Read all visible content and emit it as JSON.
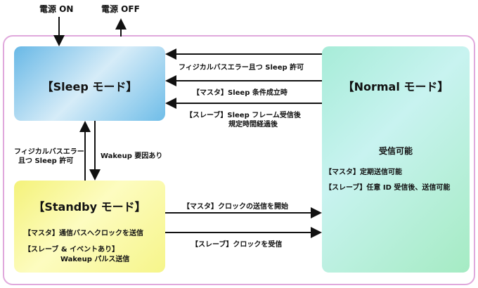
{
  "power": {
    "on": "電源 ON",
    "off": "電源 OFF"
  },
  "sleep": {
    "title": "【Sleep モード】"
  },
  "standby": {
    "title": "【Standby モード】",
    "line1": "【マスタ】通信バスへクロックを送信",
    "line2a": "【スレーブ & イベントあり】",
    "line2b": "Wakeup パルス送信"
  },
  "normal": {
    "title": "【Normal モード】",
    "subtitle": "受信可能",
    "line1": "【マスタ】定期送信可能",
    "line2": "【スレーブ】任意 ID 受信後、送信可能"
  },
  "transitions": {
    "n2s_1": "フィジカルバスエラー且つ Sleep 許可",
    "n2s_2": "【マスタ】Sleep 条件成立時",
    "n2s_3a": "【スレーブ】Sleep フレーム受信後",
    "n2s_3b": "規定時間経過後",
    "sb2s_a": "フィジカルバスエラー",
    "sb2s_b": "且つ Sleep 許可",
    "s2sb": "Wakeup 要因あり",
    "sb2n_1": "【マスタ】クロックの送信を開始",
    "sb2n_2": "【スレーブ】クロックを受信"
  }
}
